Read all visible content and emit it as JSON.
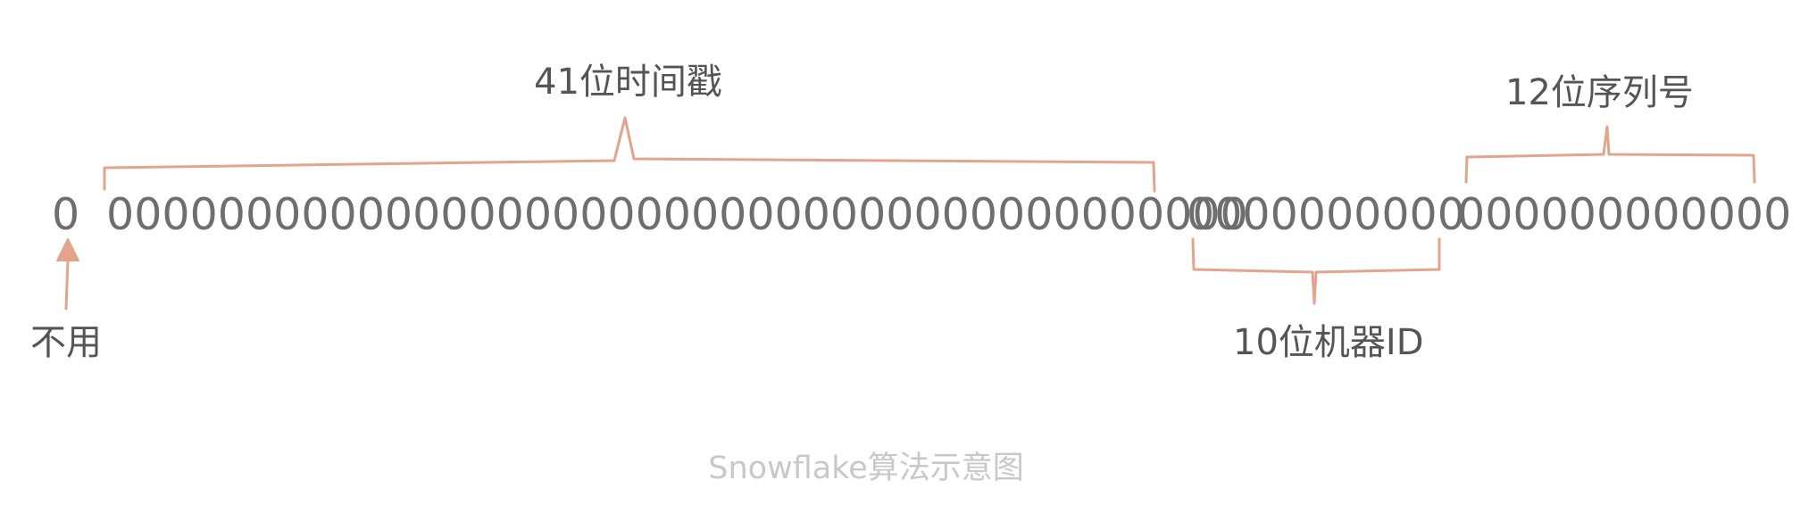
{
  "segments": {
    "sign": {
      "bits": "0",
      "label": "不用"
    },
    "timestamp": {
      "bits": "00000000000000000000000000000000000000000",
      "label": "41位时间戳"
    },
    "machine": {
      "bits": "0000000000",
      "label": "10位机器ID"
    },
    "sequence": {
      "bits": "000000000000",
      "label": "12位序列号"
    }
  },
  "caption": "Snowflake算法示意图",
  "colors": {
    "bracket": "#e3a48c",
    "digits": "#6e6e6e",
    "label": "#555555",
    "caption": "#c8c8c8"
  }
}
